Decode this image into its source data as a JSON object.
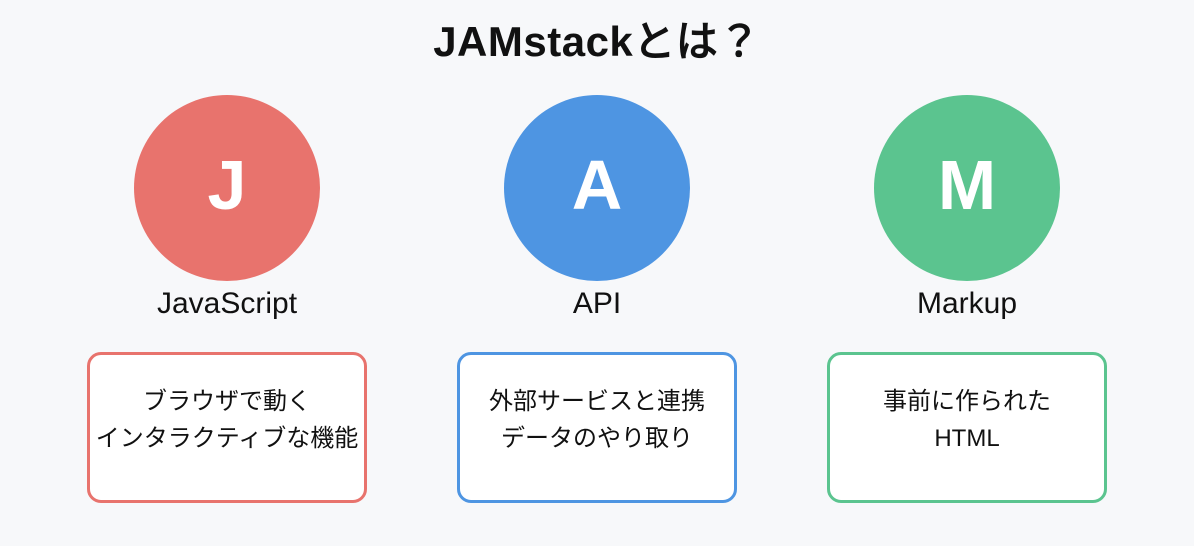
{
  "page": {
    "background_color": "#F7F8FA",
    "text_color": "#111111"
  },
  "title": "JAMstackとは？",
  "items": [
    {
      "letter": "J",
      "label": "JavaScript",
      "color": "#E8736D",
      "description_lines": [
        "ブラウザで動く",
        "インタラクティブな機能"
      ]
    },
    {
      "letter": "A",
      "label": "API",
      "color": "#4E95E2",
      "description_lines": [
        "外部サービスと連携",
        "データのやり取り"
      ]
    },
    {
      "letter": "M",
      "label": "Markup",
      "color": "#5BC48F",
      "description_lines": [
        "事前に作られた",
        "HTML"
      ]
    }
  ]
}
